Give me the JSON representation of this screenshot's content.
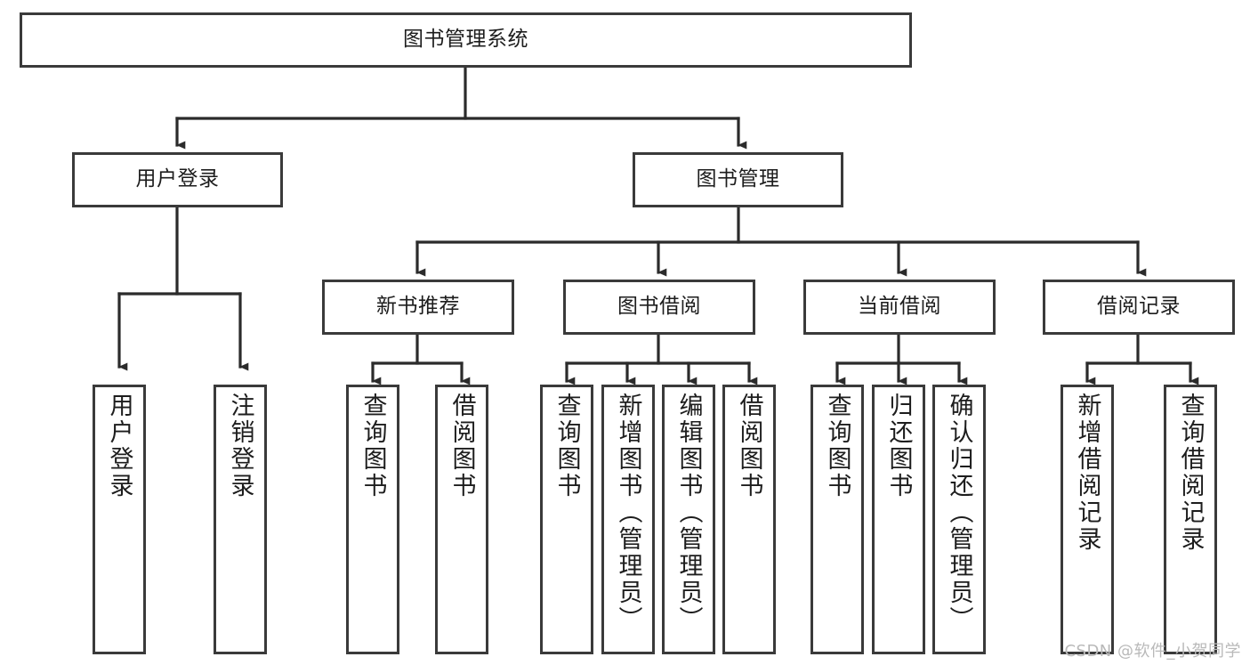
{
  "diagram": {
    "type": "tree-hierarchy",
    "title": "图书管理系统",
    "root": {
      "id": "root",
      "label": "图书管理系统",
      "level": 1,
      "orientation": "horizontal"
    },
    "level2": [
      {
        "id": "user-login",
        "label": "用户登录",
        "level": 2,
        "orientation": "horizontal",
        "parent": "root"
      },
      {
        "id": "book-manage",
        "label": "图书管理",
        "level": 2,
        "orientation": "horizontal",
        "parent": "root"
      }
    ],
    "level3": [
      {
        "id": "new-book-recommend",
        "label": "新书推荐",
        "level": 3,
        "orientation": "horizontal",
        "parent": "book-manage"
      },
      {
        "id": "book-borrow",
        "label": "图书借阅",
        "level": 3,
        "orientation": "horizontal",
        "parent": "book-manage"
      },
      {
        "id": "current-borrow",
        "label": "当前借阅",
        "level": 3,
        "orientation": "horizontal",
        "parent": "book-manage"
      },
      {
        "id": "borrow-record",
        "label": "借阅记录",
        "level": 3,
        "orientation": "horizontal",
        "parent": "book-manage"
      }
    ],
    "leaves": [
      {
        "id": "leaf-user-login",
        "label": "用户登录",
        "level": 3,
        "orientation": "vertical",
        "parent": "user-login"
      },
      {
        "id": "leaf-logout",
        "label": "注销登录",
        "level": 3,
        "orientation": "vertical",
        "parent": "user-login"
      },
      {
        "id": "leaf-query-book-1",
        "label": "查询图书",
        "level": 4,
        "orientation": "vertical",
        "parent": "new-book-recommend"
      },
      {
        "id": "leaf-borrow-book-1",
        "label": "借阅图书",
        "level": 4,
        "orientation": "vertical",
        "parent": "new-book-recommend"
      },
      {
        "id": "leaf-query-book-2",
        "label": "查询图书",
        "level": 4,
        "orientation": "vertical",
        "parent": "book-borrow"
      },
      {
        "id": "leaf-add-book",
        "label": "新增图书（管理员）",
        "level": 4,
        "orientation": "vertical",
        "parent": "book-borrow"
      },
      {
        "id": "leaf-edit-book",
        "label": "编辑图书（管理员）",
        "level": 4,
        "orientation": "vertical",
        "parent": "book-borrow"
      },
      {
        "id": "leaf-borrow-book-2",
        "label": "借阅图书",
        "level": 4,
        "orientation": "vertical",
        "parent": "book-borrow"
      },
      {
        "id": "leaf-query-book-3",
        "label": "查询图书",
        "level": 4,
        "orientation": "vertical",
        "parent": "current-borrow"
      },
      {
        "id": "leaf-return-book",
        "label": "归还图书",
        "level": 4,
        "orientation": "vertical",
        "parent": "current-borrow"
      },
      {
        "id": "leaf-confirm-return",
        "label": "确认归还（管理员）",
        "level": 4,
        "orientation": "vertical",
        "parent": "current-borrow"
      },
      {
        "id": "leaf-add-record",
        "label": "新增借阅记录",
        "level": 4,
        "orientation": "vertical",
        "parent": "borrow-record"
      },
      {
        "id": "leaf-query-record",
        "label": "查询借阅记录",
        "level": 4,
        "orientation": "vertical",
        "parent": "borrow-record"
      }
    ],
    "colors": {
      "box_border": "#3a3a3a",
      "box_fill": "#ffffff",
      "text": "#1d1d1d",
      "edge": "#2b2b2b",
      "background": "#ffffff",
      "watermark": "#b9b9b9"
    }
  },
  "watermark": {
    "text": "CSDN @软件_小贺同学"
  }
}
